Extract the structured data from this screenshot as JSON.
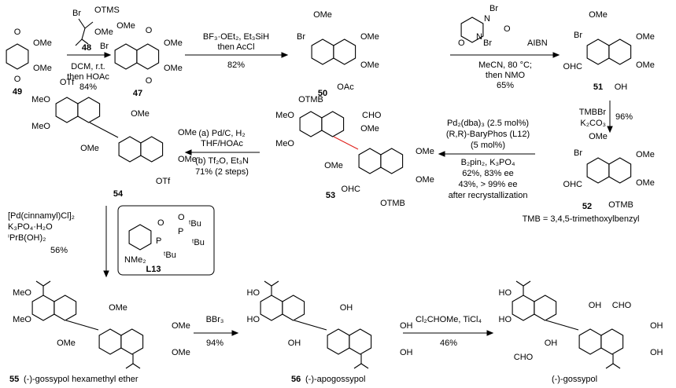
{
  "colors": {
    "bonds": "#000000",
    "new_bond": "#e0201b",
    "background": "#ffffff"
  },
  "compounds": {
    "c49": {
      "label": "49",
      "atoms": [
        "O",
        "O",
        "OMe",
        "OMe"
      ]
    },
    "c48": {
      "label": "48",
      "atoms": [
        "Br",
        "OTMS",
        "OMe"
      ]
    },
    "c47": {
      "label": "47",
      "atoms": [
        "Br",
        "OMe",
        "O",
        "OMe",
        "OMe",
        "O"
      ]
    },
    "c50": {
      "label": "50",
      "atoms": [
        "Br",
        "OMe",
        "OMe",
        "OMe",
        "OAc"
      ]
    },
    "dbdmh": {
      "atoms": [
        "Br",
        "Br",
        "N",
        "N",
        "O",
        "O"
      ]
    },
    "c51": {
      "label": "51",
      "atoms": [
        "Br",
        "OMe",
        "OMe",
        "OMe",
        "OHC",
        "OH"
      ]
    },
    "c52": {
      "label": "52",
      "atoms": [
        "OMe",
        "Br",
        "OMe",
        "OMe",
        "OHC",
        "OTMB"
      ]
    },
    "c53": {
      "label": "53",
      "atoms": [
        "OTMB",
        "MeO",
        "MeO",
        "CHO",
        "OMe",
        "OMe",
        "OMe",
        "OMe",
        "OHC",
        "OTMB"
      ]
    },
    "c54": {
      "label": "54",
      "atoms": [
        "OTf",
        "MeO",
        "MeO",
        "OMe",
        "OMe",
        "OMe",
        "OMe",
        "OTf"
      ]
    },
    "L13": {
      "label": "L13",
      "atoms": [
        "O",
        "P",
        "O",
        "P",
        "ᵗBu",
        "ᵗBu",
        "ᵗBu",
        "NMe₂"
      ]
    },
    "c55": {
      "label": "55",
      "name": "(-)-gossypol hexamethyl ether",
      "atoms": [
        "MeO",
        "MeO",
        "OMe",
        "OMe",
        "OMe",
        "OMe"
      ]
    },
    "c56": {
      "label": "56",
      "name": "(-)-apogossypol",
      "atoms": [
        "HO",
        "HO",
        "OH",
        "OH",
        "OH",
        "OH"
      ]
    },
    "gossypol": {
      "name": "(-)-gossypol",
      "atoms": [
        "HO",
        "HO",
        "CHO",
        "OH",
        "OH",
        "CHO",
        "OH",
        "OH"
      ]
    }
  },
  "steps": {
    "s1": {
      "below": [
        "DCM, r.t.",
        "then HOAc",
        "84%"
      ]
    },
    "s2": {
      "above": [
        "BF₃·OEt₂, Et₃SiH",
        "then AcCl"
      ],
      "below": [
        "82%"
      ]
    },
    "s3": {
      "above": [
        "AIBN"
      ],
      "below": [
        "MeCN, 80 °C;",
        "then NMO",
        "65%"
      ]
    },
    "s4": {
      "left": [
        "TMBBr",
        "K₂CO₃"
      ],
      "right": [
        "96%"
      ]
    },
    "s5": {
      "above": [
        "Pd₂(dba)₃ (2.5 mol%)",
        "(R,R)-BaryPhos (L12)",
        "(5 mol%)"
      ],
      "below": [
        "B₂pin₂, K₃PO₄",
        "62%, 83% ee",
        "43%, > 99% ee",
        "after recrystallization"
      ]
    },
    "s6": {
      "above": [
        "(a) Pd/C, H₂",
        "THF/HOAc"
      ],
      "below": [
        "(b) Tf₂O, Et₃N",
        "71% (2 steps)"
      ]
    },
    "s7": {
      "left": [
        "[Pd(cinnamyl)Cl]₂",
        "K₃PO₄·H₂O",
        "ⁱPrB(OH)₂",
        "56%"
      ]
    },
    "s8": {
      "above": [
        "BBr₃"
      ],
      "below": [
        "94%"
      ]
    },
    "s9": {
      "above": [
        "Cl₂CHOMe, TiCl₄"
      ],
      "below": [
        "46%"
      ]
    }
  },
  "footnote": "TMB = 3,4,5-trimethoxylbenzyl"
}
